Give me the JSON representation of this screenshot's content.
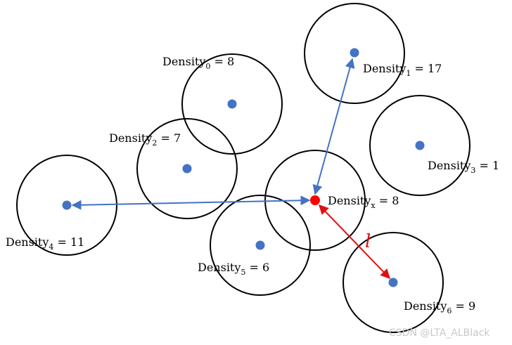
{
  "points": [
    {
      "id": "0",
      "name": "Density",
      "sub": "0",
      "value": "8"
    },
    {
      "id": "1",
      "name": "Density",
      "sub": "1",
      "value": "17"
    },
    {
      "id": "2",
      "name": "Density",
      "sub": "2",
      "value": "7"
    },
    {
      "id": "3",
      "name": "Density",
      "sub": "3",
      "value": "1"
    },
    {
      "id": "4",
      "name": "Density",
      "sub": "4",
      "value": "11"
    },
    {
      "id": "5",
      "name": "Density",
      "sub": "5",
      "value": "6"
    },
    {
      "id": "6",
      "name": "Density",
      "sub": "6",
      "value": "9"
    },
    {
      "id": "x",
      "name": "Density",
      "sub": "x",
      "value": "8"
    }
  ],
  "distance_label": "l",
  "watermark": "CSDN @LTA_ALBlack",
  "colors": {
    "circle_stroke": "#000000",
    "point_blue": "#4472c4",
    "point_red": "#ff0000",
    "arrow_blue": "#4472c4",
    "arrow_red": "#e01010"
  }
}
